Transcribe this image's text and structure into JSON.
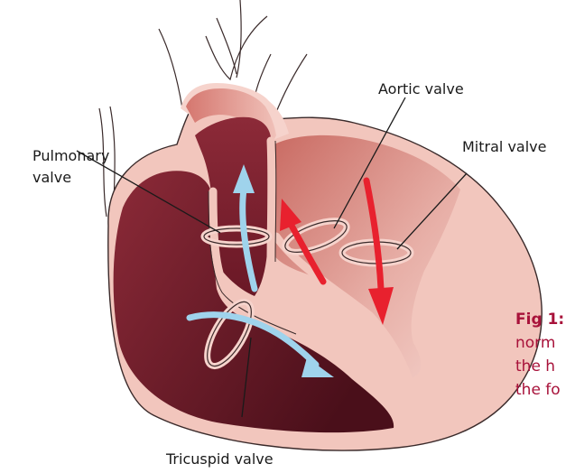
{
  "labels": {
    "aortic_valve": "Aortic valve",
    "mitral_valve": "Mitral valve",
    "pulmonary_valve_line1": "Pulmonary",
    "pulmonary_valve_line2": "valve",
    "tricuspid_valve": "Tricuspid valve"
  },
  "caption": {
    "fig_label": "Fig 1:",
    "line1_rest": "",
    "line2": "norm",
    "line3": "the h",
    "line4": "the fo"
  },
  "colors": {
    "outline": "#f2c6bd",
    "outline_stroke": "#3a2a2a",
    "dark_chamber": "#7e2230",
    "light_chamber": "#d9908a",
    "pale_tissue": "#f6d3cc",
    "red_arrow": "#e8212e",
    "blue_arrow": "#9fd3ec",
    "caption_accent": "#a8123a"
  }
}
